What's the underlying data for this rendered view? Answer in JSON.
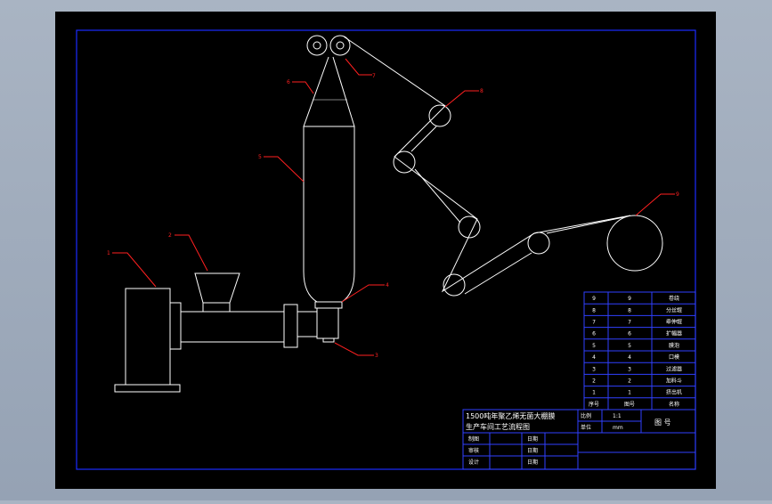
{
  "colors": {
    "background": "#000000",
    "frame": "#0000ff",
    "linework": "#ffffff",
    "leader": "#ff0000",
    "viewport": "#a3afc0"
  },
  "callouts": [
    "1",
    "2",
    "3",
    "4",
    "5",
    "6",
    "7",
    "8",
    "9"
  ],
  "parts_list": {
    "rows": [
      {
        "no": "9",
        "code": "9",
        "name": "卷绕"
      },
      {
        "no": "8",
        "code": "8",
        "name": "分丝辊"
      },
      {
        "no": "7",
        "code": "7",
        "name": "牵伸辊"
      },
      {
        "no": "6",
        "code": "6",
        "name": "扩幅器"
      },
      {
        "no": "5",
        "code": "5",
        "name": "膜泡"
      },
      {
        "no": "4",
        "code": "4",
        "name": "口模"
      },
      {
        "no": "3",
        "code": "3",
        "name": "过滤器"
      },
      {
        "no": "2",
        "code": "2",
        "name": "加料斗"
      },
      {
        "no": "1",
        "code": "1",
        "name": "挤出机"
      }
    ],
    "header": {
      "no": "序号",
      "code": "图号",
      "name": "名称"
    }
  },
  "title_block": {
    "title_line1": "1500吨年聚乙烯无菌大棚膜",
    "title_line2": "生产车间工艺流程图",
    "scale_label": "比例",
    "scale_value": "1:1",
    "unit_label": "单位",
    "unit_value": "mm",
    "drawing_no_label": "图 号",
    "drafter_label": "制图",
    "checker_label": "审核",
    "designer_label": "设计",
    "date_label": "日期"
  }
}
